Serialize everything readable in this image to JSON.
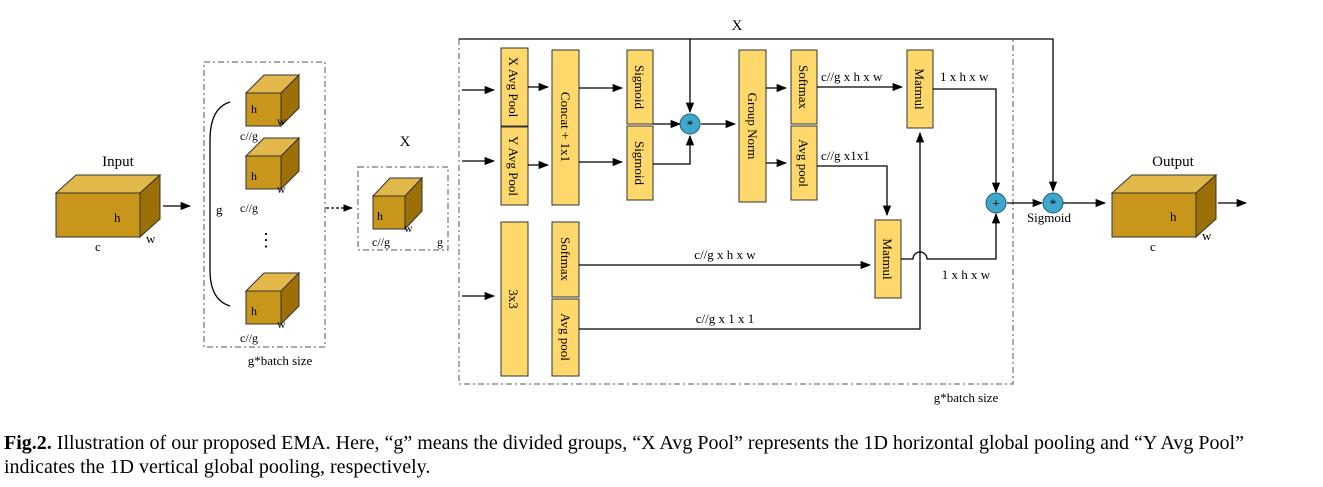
{
  "labels": {
    "input": "Input",
    "output": "Output",
    "h": "h",
    "w": "w",
    "c": "c",
    "cg": "c//g",
    "g": "g",
    "x": "X",
    "dots": "⋮",
    "batch": "g*batch size",
    "batch2": "g*batch size",
    "xpool": "X Avg Pool",
    "ypool": "Y Avg Pool",
    "concat": "Concat + 1x1",
    "sigmoid": "Sigmoid",
    "groupnorm": "Group Norm",
    "softmax": "Softmax",
    "avgpool": "Avg pool",
    "matmul": "Matmul",
    "conv3": "3x3",
    "sig_out": "Sigmoid",
    "mult": "*",
    "plus": "+",
    "d_cghw_top": "c//g x h x w",
    "d_cg11_top": "c//g x1x1",
    "d_1hw_top": "1 x h x w",
    "d_cghw_mid": "c//g x h x w",
    "d_cg11_bot": "c//g  x 1 x 1",
    "d_1hw_bot": "1 x h x w"
  },
  "caption": {
    "prefix": "Fig.2.",
    "text": " Illustration of our proposed EMA. Here, “g” means the divided groups, “X Avg Pool” represents the 1D horizontal global pooling and “Y Avg Pool” indicates the 1D vertical global pooling, respectively."
  },
  "colors": {
    "block_fill": "#FFD86B",
    "cube_front": "#C8961A",
    "cube_top": "#E3B84A",
    "cube_side": "#9C7006",
    "panel": "#EFEFEF",
    "op_circle": "#3FA7C9"
  },
  "icons": {
    "cube": "cuboid-icon",
    "op": "operation-circle-icon"
  }
}
